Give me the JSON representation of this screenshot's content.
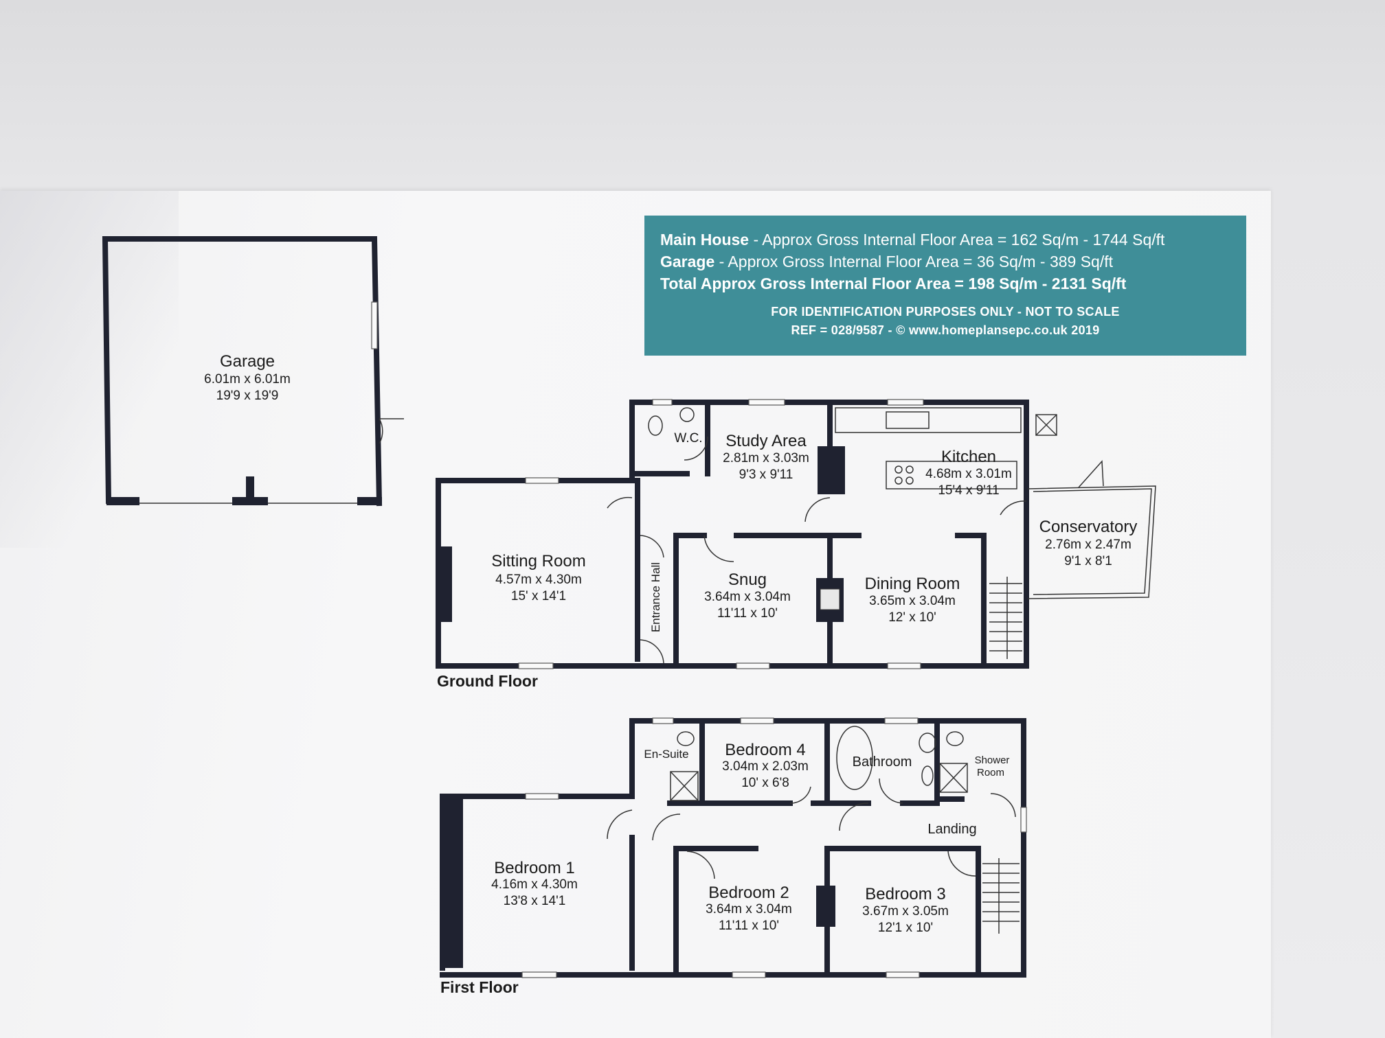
{
  "info_box": {
    "line1_bold": "Main House",
    "line1_rest": " - Approx Gross Internal Floor Area = 162 Sq/m - 1744 Sq/ft",
    "line2_bold": "Garage",
    "line2_rest": " - Approx Gross Internal Floor Area = 36 Sq/m - 389 Sq/ft",
    "line3": "Total Approx Gross Internal Floor Area = 198 Sq/m - 2131 Sq/ft",
    "line4": "FOR IDENTIFICATION PURPOSES ONLY - NOT TO SCALE",
    "line5": "REF = 028/9587 - © www.homeplansepc.co.uk 2019"
  },
  "garage": {
    "name": "Garage",
    "metric": "6.01m x 6.01m",
    "imperial": "19'9 x 19'9"
  },
  "ground_floor": {
    "label": "Ground Floor",
    "rooms": {
      "wc": {
        "name": "W.C."
      },
      "study": {
        "name": "Study Area",
        "metric": "2.81m x 3.03m",
        "imperial": "9'3 x 9'11"
      },
      "kitchen": {
        "name": "Kitchen",
        "metric": "4.68m x 3.01m",
        "imperial": "15'4 x 9'11"
      },
      "conservatory": {
        "name": "Conservatory",
        "metric": "2.76m x 2.47m",
        "imperial": "9'1 x 8'1"
      },
      "sitting": {
        "name": "Sitting Room",
        "metric": "4.57m x 4.30m",
        "imperial": "15' x 14'1"
      },
      "entrance": {
        "name": "Entrance Hall"
      },
      "snug": {
        "name": "Snug",
        "metric": "3.64m x 3.04m",
        "imperial": "11'11 x 10'"
      },
      "dining": {
        "name": "Dining Room",
        "metric": "3.65m x 3.04m",
        "imperial": "12' x 10'"
      }
    }
  },
  "first_floor": {
    "label": "First Floor",
    "rooms": {
      "ensuite": {
        "name": "En-Suite"
      },
      "bed4": {
        "name": "Bedroom 4",
        "metric": "3.04m x 2.03m",
        "imperial": "10' x 6'8"
      },
      "bathroom": {
        "name": "Bathroom"
      },
      "shower_line1": {
        "name": "Shower"
      },
      "shower_line2": {
        "name": "Room"
      },
      "landing": {
        "name": "Landing"
      },
      "bed1": {
        "name": "Bedroom 1",
        "metric": "4.16m x 4.30m",
        "imperial": "13'8 x 14'1"
      },
      "bed2": {
        "name": "Bedroom 2",
        "metric": "3.64m x 3.04m",
        "imperial": "11'11 x 10'"
      },
      "bed3": {
        "name": "Bedroom 3",
        "metric": "3.67m x 3.05m",
        "imperial": "12'1 x 10'"
      }
    }
  }
}
